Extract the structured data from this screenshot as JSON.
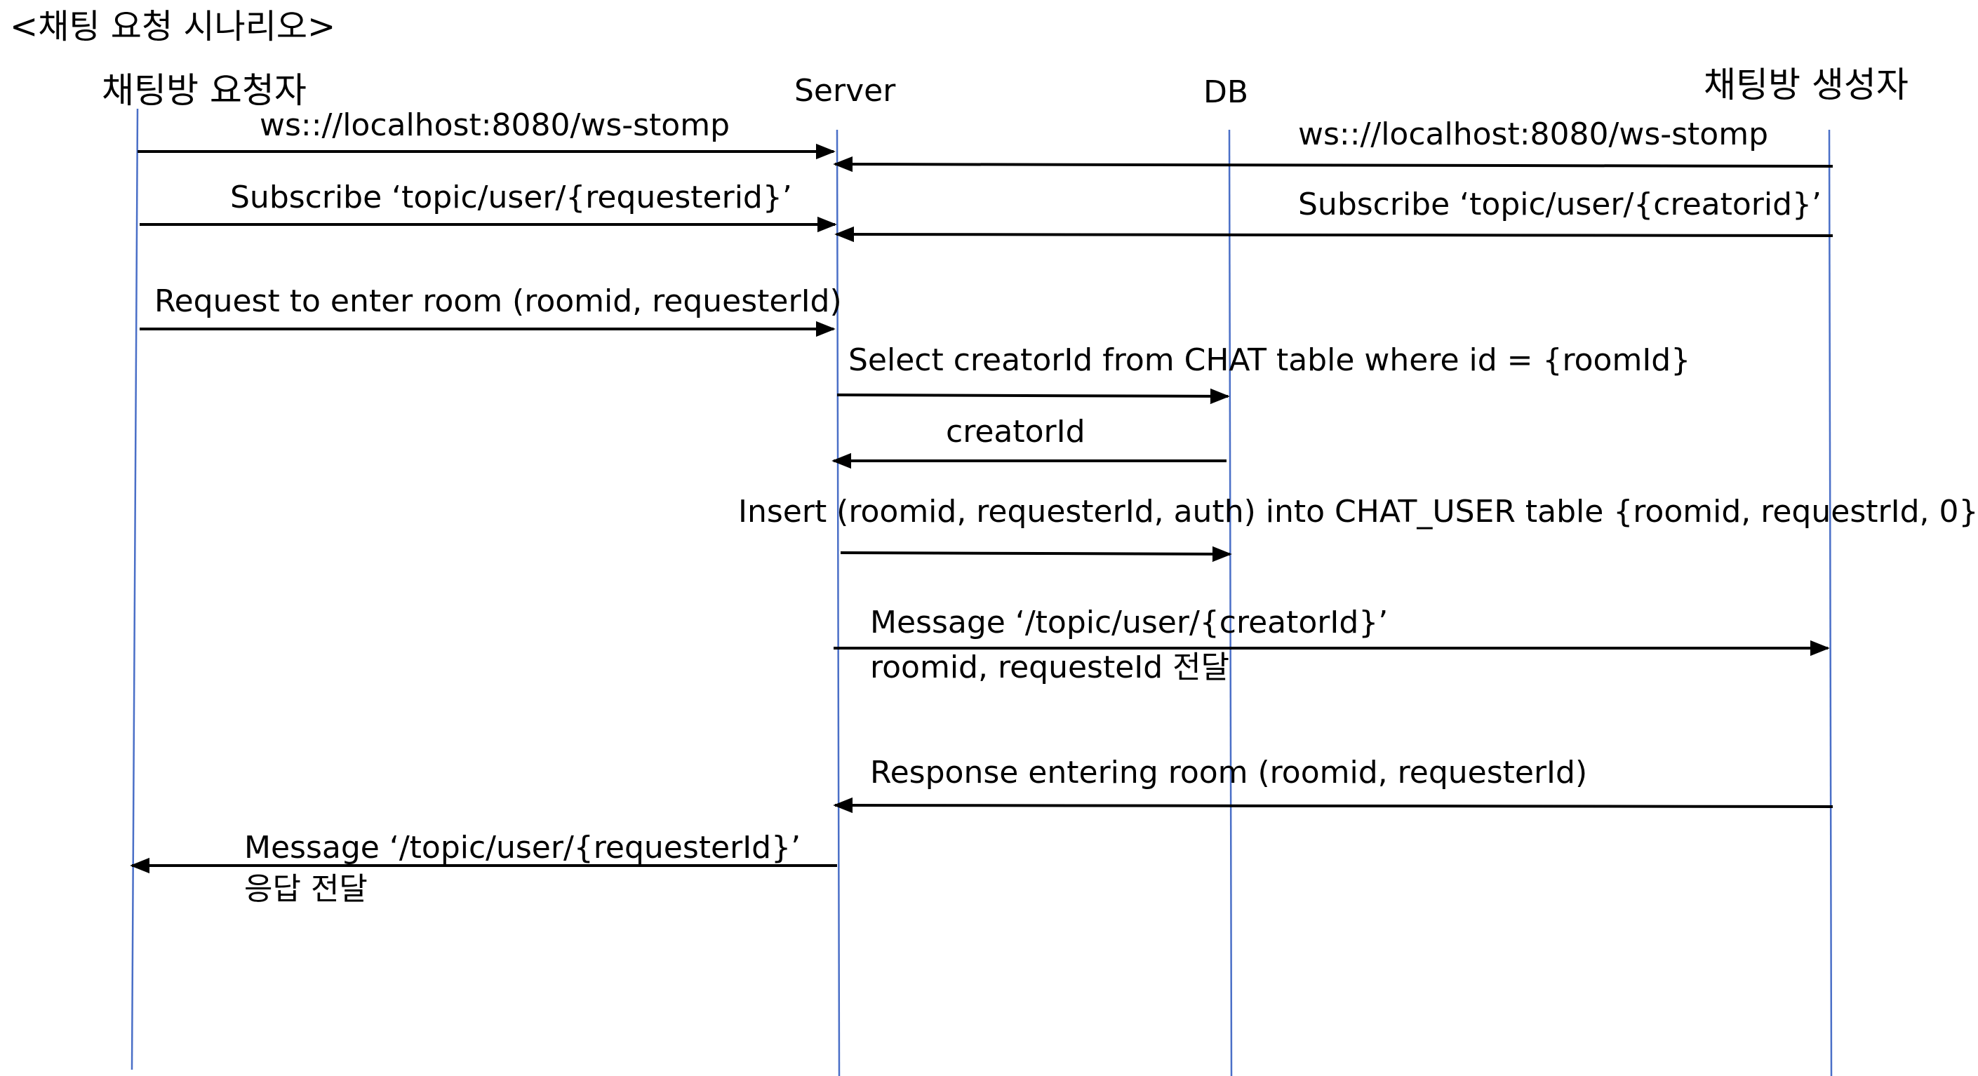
{
  "title": "<채팅 요청 시나리오>",
  "participants": {
    "requester": "채팅방 요청자",
    "server": "Server",
    "db": "DB",
    "creator": "채팅방 생성자"
  },
  "messages": [
    {
      "id": "m1",
      "label": "ws:://localhost:8080/ws-stomp"
    },
    {
      "id": "m2",
      "label": "ws:://localhost:8080/ws-stomp"
    },
    {
      "id": "m3",
      "label": "Subscribe ‘topic/user/{requesterid}’"
    },
    {
      "id": "m4",
      "label": "Subscribe ‘topic/user/{creatorid}’"
    },
    {
      "id": "m5",
      "label": "Request to enter room (roomid, requesterId)"
    },
    {
      "id": "m6",
      "label": "Select creatorId from CHAT table where id = {roomId}"
    },
    {
      "id": "m7",
      "label": "creatorId"
    },
    {
      "id": "m8",
      "label": "Insert (roomid, requesterId, auth) into CHAT_USER table {roomid, requestrId, 0}"
    },
    {
      "id": "m9",
      "label": "Message ‘/topic/user/{creatorId}’",
      "label2": "roomid, requesteId 전달"
    },
    {
      "id": "m10",
      "label": "Response entering room (roomid, requesterId)"
    },
    {
      "id": "m11",
      "label": "Message ‘/topic/user/{requesterId}’",
      "label2": "응답 전달"
    }
  ],
  "colors": {
    "lifeline": "#4a6fc7",
    "arrow": "#000000",
    "text": "#000000"
  }
}
